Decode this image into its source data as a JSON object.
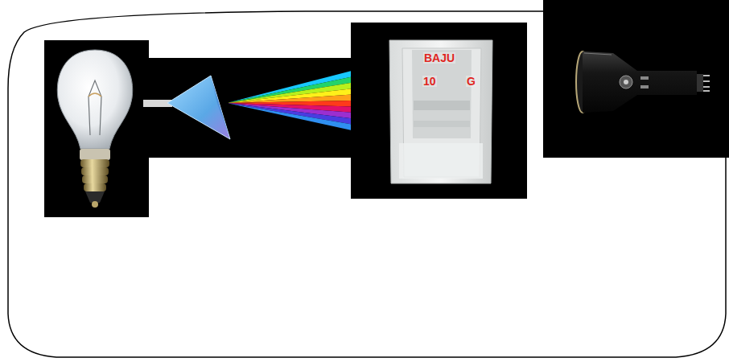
{
  "diagram": {
    "labels": [
      "BAJU",
      "10",
      "G"
    ]
  }
}
